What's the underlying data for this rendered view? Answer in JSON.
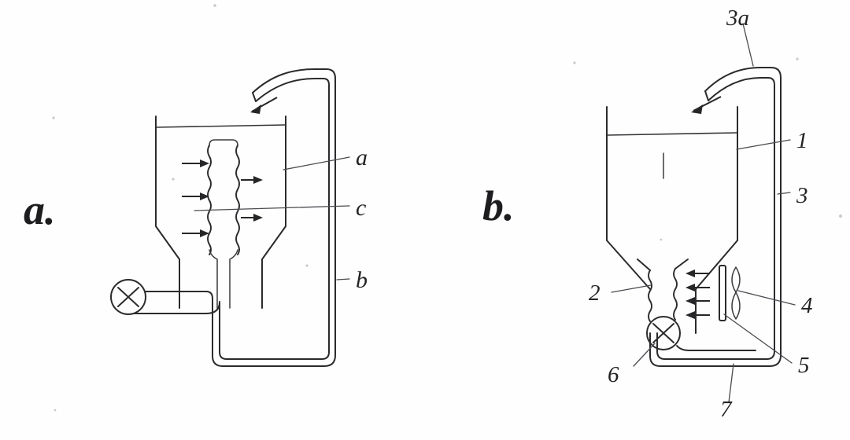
{
  "figure": {
    "title": "Two-panel schematic of a filtration vessel with circulation loop",
    "background_color": "#fefefe",
    "ink_color": "#2b2b2d",
    "panels": [
      {
        "id": "a",
        "panel_label": "a.",
        "description": "Vessel with central wavy filter cartridge, discharge valve and external return pipe",
        "labels": [
          {
            "key": "a",
            "text": "a",
            "meaning": "vessel-wall"
          },
          {
            "key": "c",
            "text": "c",
            "meaning": "filter-element"
          },
          {
            "key": "b",
            "text": "b",
            "meaning": "return-pipe"
          }
        ],
        "valve_symbol": "x-circle-valve",
        "flow_arrows": 5,
        "inlet_arrow": "down-left"
      },
      {
        "id": "b",
        "panel_label": "b.",
        "description": "Funnel vessel with wavy throat, valve, screen and impeller in the outflow chamber",
        "labels": [
          {
            "key": "3a",
            "text": "3a",
            "meaning": "inlet-tube"
          },
          {
            "key": "1",
            "text": "1",
            "meaning": "vessel-body"
          },
          {
            "key": "3",
            "text": "3",
            "meaning": "riser-pipe"
          },
          {
            "key": "2",
            "text": "2",
            "meaning": "wavy-throat"
          },
          {
            "key": "4",
            "text": "4",
            "meaning": "impeller"
          },
          {
            "key": "5",
            "text": "5",
            "meaning": "screen-plate"
          },
          {
            "key": "6",
            "text": "6",
            "meaning": "valve"
          },
          {
            "key": "7",
            "text": "7",
            "meaning": "bottom-return-pipe"
          }
        ],
        "valve_symbol": "x-circle-valve",
        "flow_arrows": 4,
        "inlet_arrow": "down-left"
      }
    ]
  }
}
